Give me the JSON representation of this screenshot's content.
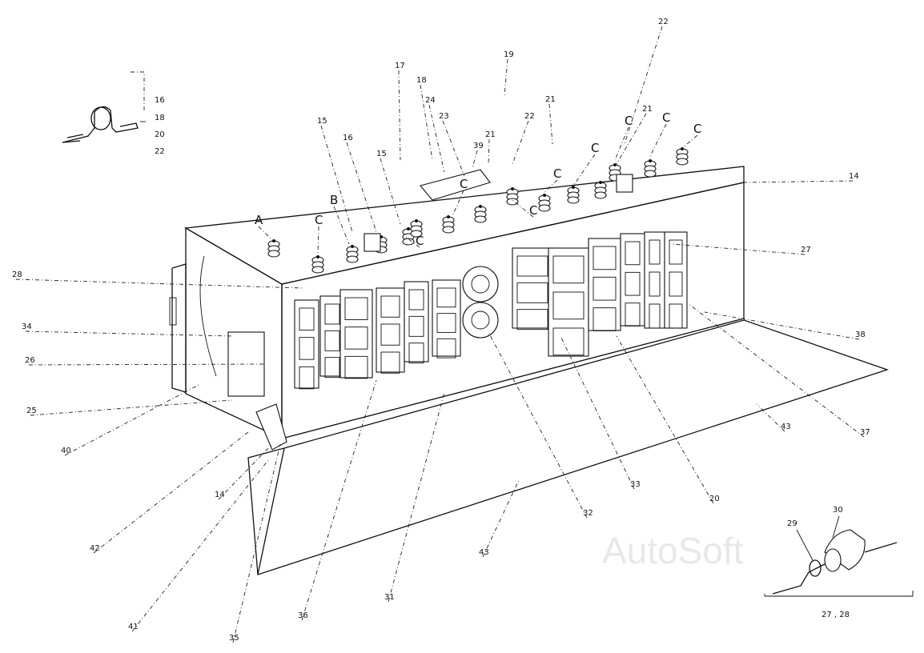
{
  "title": "Relay and fuse box exploded view",
  "watermark": "AutoSoft",
  "inset_top_left": {
    "labels": [
      "16",
      "18",
      "20",
      "22"
    ]
  },
  "inset_bottom_right": {
    "labels": [
      "29",
      "30"
    ],
    "caption": "27 , 28"
  },
  "callouts": [
    "22",
    "19",
    "17",
    "18",
    "24",
    "23",
    "21",
    "22",
    "21",
    "39",
    "21",
    "C",
    "C",
    "C",
    "C",
    "C",
    "C",
    "C",
    "C",
    "15",
    "16",
    "15",
    "B",
    "A",
    "C",
    "14",
    "27",
    "28",
    "34",
    "26",
    "25",
    "40",
    "38",
    "37",
    "43",
    "20",
    "33",
    "32",
    "43",
    "31",
    "36",
    "35",
    "41",
    "42",
    "14"
  ]
}
